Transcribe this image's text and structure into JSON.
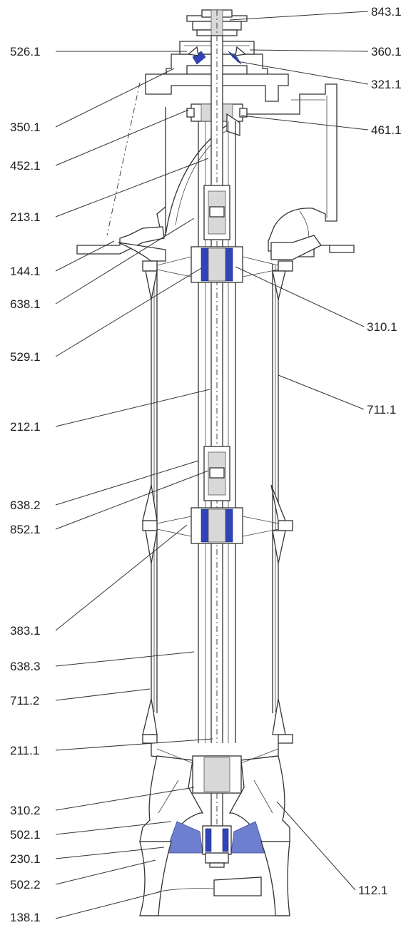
{
  "labels_left": [
    "526.1",
    "350.1",
    "452.1",
    "213.1",
    "144.1",
    "638.1",
    "529.1",
    "212.1",
    "638.2",
    "852.1",
    "383.1",
    "638.3",
    "711.2",
    "211.1",
    "310.2",
    "502.1",
    "230.1",
    "502.2",
    "138.1"
  ],
  "labels_right": [
    "843.1",
    "360.1",
    "321.1",
    "461.1",
    "310.1",
    "711.1",
    "112.1"
  ],
  "colors": {
    "blue_part": "#6f7fcf",
    "dark_blue_part": "#2f44b8",
    "line": "#333333"
  }
}
